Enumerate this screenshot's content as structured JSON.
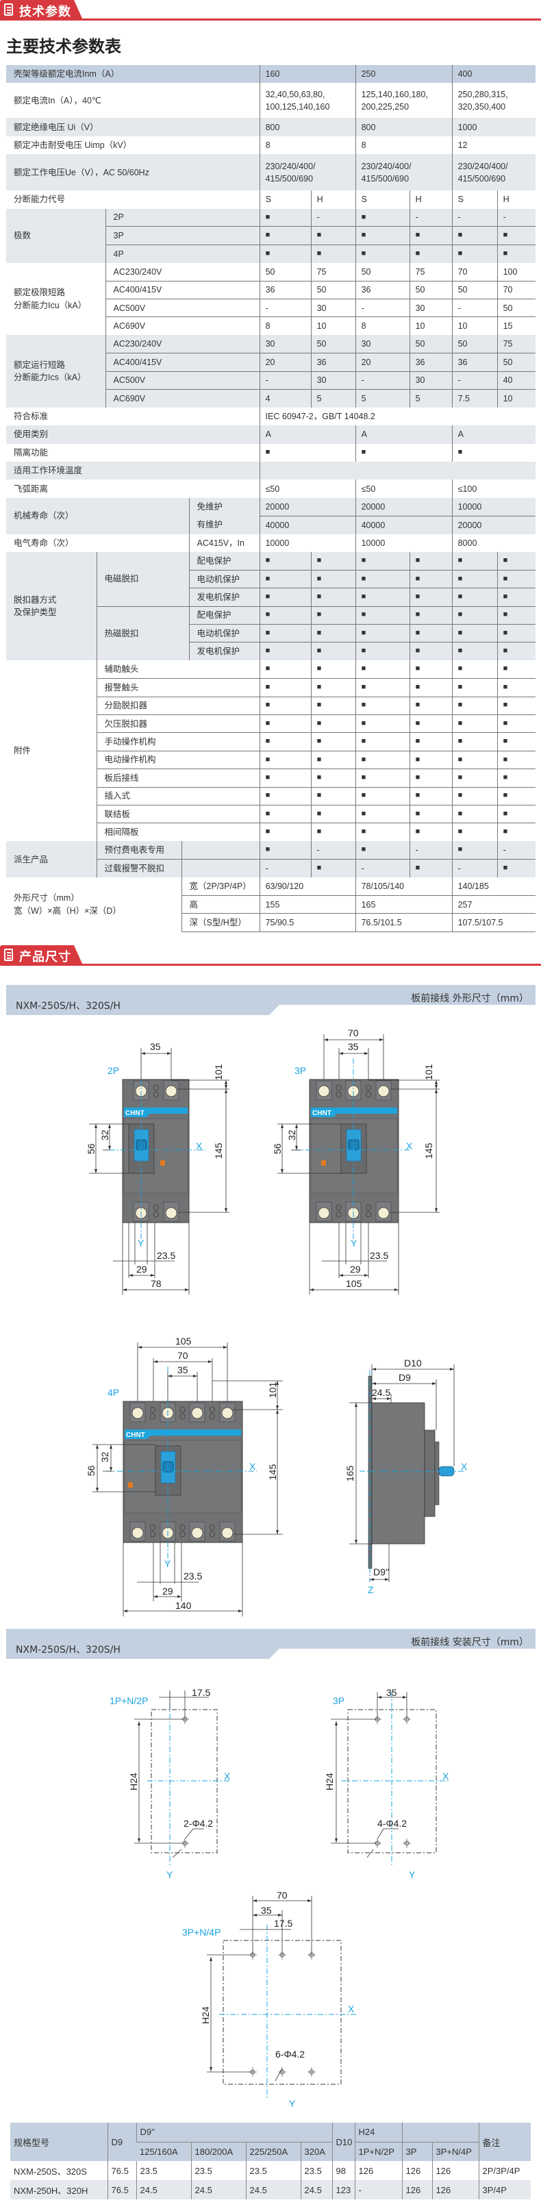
{
  "sections": {
    "tech_params": "技术参数",
    "dimensions": "产品尺寸"
  },
  "title": "主要技术参数表",
  "spec_table": {
    "header": {
      "label": "壳架等级额定电流Inm（A）",
      "values": [
        "160",
        "250",
        "400"
      ]
    },
    "rated_current": {
      "label": "额定电流In（A），40℃",
      "values": [
        "32,40,50,63,80,\n100,125,140,160",
        "125,140,160,180,\n200,225,250",
        "250,280,315,\n320,350,400"
      ]
    },
    "ui": {
      "label": "额定绝缘电压 Ui（V）",
      "values": [
        "800",
        "800",
        "1000"
      ]
    },
    "uimp": {
      "label": "额定冲击耐受电压 Uimp（kV）",
      "values": [
        "8",
        "8",
        "12"
      ]
    },
    "ue": {
      "label": "额定工作电压Ue（V），AC 50/60Hz",
      "values": [
        "230/240/400/\n415/500/690",
        "230/240/400/\n415/500/690",
        "230/240/400/\n415/500/690"
      ]
    },
    "code": {
      "label": "分断能力代号",
      "values": [
        "S",
        "H",
        "S",
        "H",
        "S",
        "H"
      ]
    },
    "poles": {
      "label": "极数",
      "items": [
        {
          "sub": "2P",
          "values": [
            "■",
            "-",
            "■",
            "-",
            "-",
            "-"
          ]
        },
        {
          "sub": "3P",
          "values": [
            "■",
            "■",
            "■",
            "■",
            "■",
            "■"
          ]
        },
        {
          "sub": "4P",
          "values": [
            "■",
            "■",
            "■",
            "■",
            "■",
            "■"
          ]
        }
      ]
    },
    "icu": {
      "label": "额定极限短路\n分断能力Icu（kA）",
      "items": [
        {
          "sub": "AC230/240V",
          "values": [
            "50",
            "75",
            "50",
            "75",
            "70",
            "100"
          ]
        },
        {
          "sub": "AC400/415V",
          "values": [
            "36",
            "50",
            "36",
            "50",
            "50",
            "70"
          ]
        },
        {
          "sub": "AC500V",
          "values": [
            "-",
            "30",
            "-",
            "30",
            "-",
            "50"
          ]
        },
        {
          "sub": "AC690V",
          "values": [
            "8",
            "10",
            "8",
            "10",
            "10",
            "15"
          ]
        }
      ]
    },
    "ics": {
      "label": "额定运行短路\n分断能力Ics（kA）",
      "items": [
        {
          "sub": "AC230/240V",
          "values": [
            "30",
            "50",
            "30",
            "50",
            "50",
            "75"
          ]
        },
        {
          "sub": "AC400/415V",
          "values": [
            "20",
            "36",
            "20",
            "36",
            "36",
            "50"
          ]
        },
        {
          "sub": "AC500V",
          "values": [
            "-",
            "30",
            "-",
            "30",
            "-",
            "40"
          ]
        },
        {
          "sub": "AC690V",
          "values": [
            "4",
            "5",
            "5",
            "5",
            "7.5",
            "10"
          ]
        }
      ]
    },
    "standard": {
      "label": "符合标准",
      "value": "IEC 60947-2，GB/T 14048.2"
    },
    "category": {
      "label": "使用类别",
      "values": [
        "A",
        "A",
        "A"
      ]
    },
    "isolation": {
      "label": "隔离功能",
      "values": [
        "■",
        "■",
        "■"
      ]
    },
    "temperature": {
      "label": "适用工作环境温度"
    },
    "arc": {
      "label": "飞弧距离",
      "values": [
        "≤50",
        "≤50",
        "≤100"
      ]
    },
    "mech_life": {
      "label": "机械寿命（次）",
      "items": [
        {
          "sub": "免维护",
          "values": [
            "20000",
            "20000",
            "10000"
          ]
        },
        {
          "sub": "有维护",
          "values": [
            "40000",
            "40000",
            "20000"
          ]
        }
      ]
    },
    "elec_life": {
      "label": "电气寿命（次）",
      "sub": "AC415V，In",
      "values": [
        "10000",
        "10000",
        "8000"
      ]
    },
    "trip": {
      "label": "脱扣器方式\n及保护类型",
      "groups": [
        {
          "label": "电磁脱扣",
          "items": [
            {
              "sub": "配电保护",
              "values": [
                "■",
                "■",
                "■",
                "■",
                "■",
                "■"
              ]
            },
            {
              "sub": "电动机保护",
              "values": [
                "■",
                "■",
                "■",
                "■",
                "■",
                "■"
              ]
            },
            {
              "sub": "发电机保护",
              "values": [
                "■",
                "■",
                "■",
                "■",
                "■",
                "■"
              ]
            }
          ]
        },
        {
          "label": "热磁脱扣",
          "items": [
            {
              "sub": "配电保护",
              "values": [
                "■",
                "■",
                "■",
                "■",
                "■",
                "■"
              ]
            },
            {
              "sub": "电动机保护",
              "values": [
                "■",
                "■",
                "■",
                "■",
                "■",
                "■"
              ]
            },
            {
              "sub": "发电机保护",
              "values": [
                "■",
                "■",
                "■",
                "■",
                "■",
                "■"
              ]
            }
          ]
        }
      ]
    },
    "accessories": {
      "label": "附件",
      "items": [
        {
          "sub": "辅助触头",
          "values": [
            "■",
            "■",
            "■",
            "■",
            "■",
            "■"
          ]
        },
        {
          "sub": "报警触头",
          "values": [
            "■",
            "■",
            "■",
            "■",
            "■",
            "■"
          ]
        },
        {
          "sub": "分励脱扣器",
          "values": [
            "■",
            "■",
            "■",
            "■",
            "■",
            "■"
          ]
        },
        {
          "sub": "欠压脱扣器",
          "values": [
            "■",
            "■",
            "■",
            "■",
            "■",
            "■"
          ]
        },
        {
          "sub": "手动操作机构",
          "values": [
            "■",
            "■",
            "■",
            "■",
            "■",
            "■"
          ]
        },
        {
          "sub": "电动操作机构",
          "values": [
            "■",
            "■",
            "■",
            "■",
            "■",
            "■"
          ]
        },
        {
          "sub": "板后接线",
          "values": [
            "■",
            "■",
            "■",
            "■",
            "■",
            "■"
          ]
        },
        {
          "sub": "插入式",
          "values": [
            "■",
            "■",
            "■",
            "■",
            "■",
            "■"
          ]
        },
        {
          "sub": "联结板",
          "values": [
            "■",
            "■",
            "■",
            "■",
            "■",
            "■"
          ]
        },
        {
          "sub": "相间隔板",
          "values": [
            "■",
            "■",
            "■",
            "■",
            "■",
            "■"
          ]
        }
      ]
    },
    "derived": {
      "label": "派生产品",
      "items": [
        {
          "sub": "预付费电表专用",
          "values": [
            "■",
            "-",
            "■",
            "-",
            "■",
            "-"
          ]
        },
        {
          "sub": "过载报警不脱扣",
          "values": [
            "-",
            "■",
            "-",
            "■",
            "-",
            "■"
          ]
        }
      ]
    },
    "dimensions": {
      "label": "外形尺寸（mm）\n宽（W）×高（H）×深（D）",
      "items": [
        {
          "sub": "宽（2P/3P/4P）",
          "values": [
            "63/90/120",
            "78/105/140",
            "140/185"
          ]
        },
        {
          "sub": "高",
          "values": [
            "155",
            "165",
            "257"
          ]
        },
        {
          "sub": "深（S型/H型）",
          "values": [
            "75/90.5",
            "76.5/101.5",
            "107.5/107.5"
          ]
        }
      ]
    }
  },
  "banner_outline": {
    "model": "NXM-250S/H、320S/H",
    "caption": "板前接线   外形尺寸（mm）"
  },
  "banner_install": {
    "model": "NXM-250S/H、320S/H",
    "caption": "板前接线   安装尺寸（mm）"
  },
  "drawings": {
    "p2": "2P",
    "p3": "3P",
    "p4": "4P",
    "brand": "CHNT",
    "d35": "35",
    "d70": "70",
    "d105": "105",
    "d101": "101",
    "d145": "145",
    "d56": "56",
    "d32": "32",
    "d23_5": "23.5",
    "d29": "29",
    "d78": "78",
    "d105b": "105",
    "d140": "140",
    "side_d10": "D10",
    "side_d9": "D9",
    "side_24_5": "24.5",
    "side_165": "165",
    "side_d9pp": "D9''",
    "axis_x": "X",
    "axis_y": "Y",
    "axis_z": "Z",
    "m1_label": "1P+N/2P",
    "m1_17_5": "17.5",
    "m1_holes": "2-Φ4.2",
    "m3_label": "3P",
    "m3_35": "35",
    "m3_holes": "4-Φ4.2",
    "m4_label": "3P+N/4P",
    "m4_70": "70",
    "m4_35": "35",
    "m4_17_5": "17.5",
    "m4_holes": "6-Φ4.2",
    "h24": "H24"
  },
  "install_table": {
    "headers": {
      "model": "规格型号",
      "d9": "D9",
      "d9pp": "D9''",
      "d10": "D10",
      "h24": "H24",
      "note": "备注",
      "d9pp_sub": [
        "125/160A",
        "180/200A",
        "225/250A",
        "320A"
      ],
      "h24_sub": [
        "1P+N/2P",
        "3P",
        "3P+N/4P"
      ]
    },
    "rows": [
      {
        "model": "NXM-250S、320S",
        "d9": "76.5",
        "d9pp": [
          "23.5",
          "23.5",
          "23.5",
          "23.5"
        ],
        "d10": "98",
        "h24": [
          "126",
          "126",
          "126"
        ],
        "note": "2P/3P/4P"
      },
      {
        "model": "NXM-250H、320H",
        "d9": "76.5",
        "d9pp": [
          "24.5",
          "24.5",
          "24.5",
          "24.5"
        ],
        "d10": "123",
        "h24": [
          "-",
          "126",
          "126"
        ],
        "note": "3P/4P"
      }
    ]
  }
}
